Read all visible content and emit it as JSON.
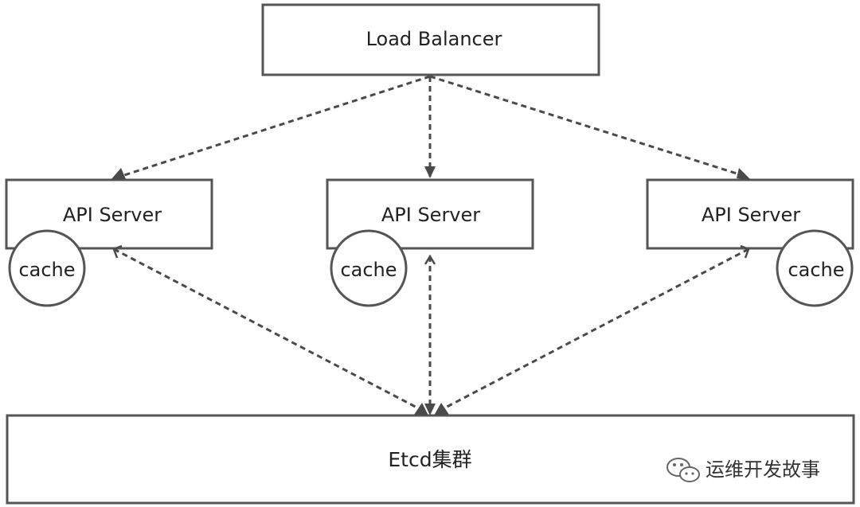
{
  "diagram": {
    "load_balancer": {
      "label": "Load Balancer"
    },
    "api_servers": [
      {
        "label": "API Server",
        "cache_label": "cache"
      },
      {
        "label": "API Server",
        "cache_label": "cache"
      },
      {
        "label": "API Server",
        "cache_label": "cache"
      }
    ],
    "etcd": {
      "label": "Etcd集群"
    },
    "watermark": {
      "text": "运维开发故事",
      "icon": "wechat-icon"
    }
  }
}
